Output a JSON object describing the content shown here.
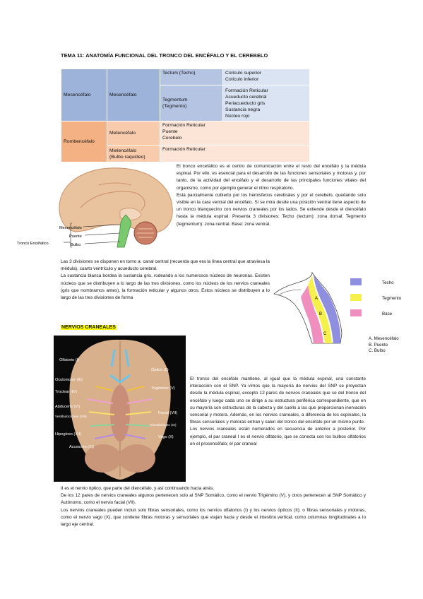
{
  "title": "TEMA 11: ANATOMÍA FUNCIONAL DEL TRONCO DEL ENCÉFALO Y EL CEREBELO",
  "table": {
    "mes_a": "Mesencéfalo",
    "mes_b": "Mesencéfalo",
    "tectum": "Tectum (Techo)",
    "tectum_items": [
      "Colículo superior",
      "Colículo inferior"
    ],
    "tegmentum": "Tegmentum\n(Tegmento)",
    "tegmentum_items": [
      "Formación Reticular",
      "Acueducto cerebral",
      "Periacueducto gris",
      "Sustancia negra",
      "Núcleo rojo"
    ],
    "rom": "Rombencéfalo",
    "met": "Metencéfalo",
    "met_items": [
      "Formación Reticular",
      "Puente",
      "Cerebelo"
    ],
    "miel": "Mielencéfalo\n(Bulbo raquídeo)",
    "miel_items": [
      "Formación Reticular"
    ]
  },
  "brain_labels": {
    "mesencefalo": "Mesencéfalo",
    "puente": "Puente",
    "bulbo": "Bulbo",
    "tronco": "Tronco Encéfalico"
  },
  "para1": [
    "El tronco encefálico es el centro de comunicación entre el resto del encéfalo y la médula espinal. Por ello, es esencial para el desarrollo de las funciones sensoriales y motoras y, por tanto, de la actividad del encéfalo y el desarrollo de las principales funciones vitales del organismo, como por ejemplo generar el ritmo respiratorio.",
    "Está parcialmente cubierto por los hemisferios cerebrales y por el cerebelo, quedando solo visible en la cara ventral del encéfalo. Si se mira desde una posición ventral tiene aspecto de un tronco blanquecino con nervios craneales por los lados. Se extiende desde el diencéfalo hasta la médula espinal. Presenta 3 divisiones: Techo (tectum): zona dorsal. Tegmento (tegmentum): zona central. Base: zona ventral."
  ],
  "para2": [
    "Las 3 divisiones se disponen en torno a: canal central (recuerda que era la línea central que atraviesa la médula), cuarto ventrículo y acueducto cerebral.",
    "La sustancia blanca bordea la sustancia gris, rodeando a los numerosos núcleos de neuronas. Existen núcleos que se distribuyen a lo largo de las tres divisiones, como los núcleos de los nervios craneales (gris que nombramos antes), la formación reticular y algunos otros. Estos núcleos se distribuyen a lo largo de las tres divisiones de forma"
  ],
  "legend": {
    "techo": "Techo",
    "tegmento": "Tegmento",
    "base": "Base",
    "a": "A. Mesencéfalo",
    "b": "B. Puente",
    "c": "C. Bulbo",
    "la": "A",
    "lb": "B",
    "lc": "C"
  },
  "heading_nervios": "NERVIOS CRANEALES",
  "nerve_labels": {
    "olfatorio": "Olfatorio (I)",
    "optico": "Óptico (II)",
    "oculomotor": "Oculomotor (III)",
    "troclear": "Troclear (IV)",
    "trigemino": "Trigémino (V)",
    "abducens": "Abducens (VI)",
    "facial": "Facial (VII)",
    "vestibulococlear": "Vestibulococlear (VIII)",
    "glosofaringeo": "Glosofaríngeo (IX)",
    "hipogloso": "Hipogloso (XII)",
    "vago": "Vago (X)",
    "accesorio": "Accesorio (XI)"
  },
  "para3": [
    "El tronco del encéfalo mantiene, al igual que la médula espinal, una constante interacción con el SNP. Ya vimos que la mayoría de nervios del SNP se proyectan desde la médula espinal, excepto 12 pares de nervios craneales que se del tronco del encéfalo y luego cada uno se dirige a su estructura periférica correspondiente, que en su mayoría son estructuras de la cabeza y del cuello a las que proporcionan inervación sensorial y motora. Además, en los nervios craneales, a diferencia de los espinales, la fibras sensoriales y motoras entran y salen del tronco del encéfalo por un mismo punto.",
    "Los nervios craneales están numerados en secuencia de anterior a posterior. Por ejemplo, el par craneal I es el nervio olfatorio, que se conecta con los bulbos olfatorios en el prosencéfalo; el par craneal"
  ],
  "para4": [
    "II es el nervio óptico, que parte del diencéfalo, y así continuando hacia atrás.",
    "De los 12 pares de nervios craneales algunos pertenecen solo al SNP Somático, como el nervio Trigémino (V), y otros pertenecen al SNP Somático y Autónomo, como el nervio facial (VII).",
    "Los nervios craneales pueden incluir solo fibras sensoriales, como los nervios olfatorios (I) y los nervios ópticos (II); o fibras sensoriales y motoras, como el nervio vago (X), que contiene fibras motoras y sensoriales que viajan hacia y desde el intestino.vertical, como columnas longitudinales a lo largo eje central."
  ]
}
